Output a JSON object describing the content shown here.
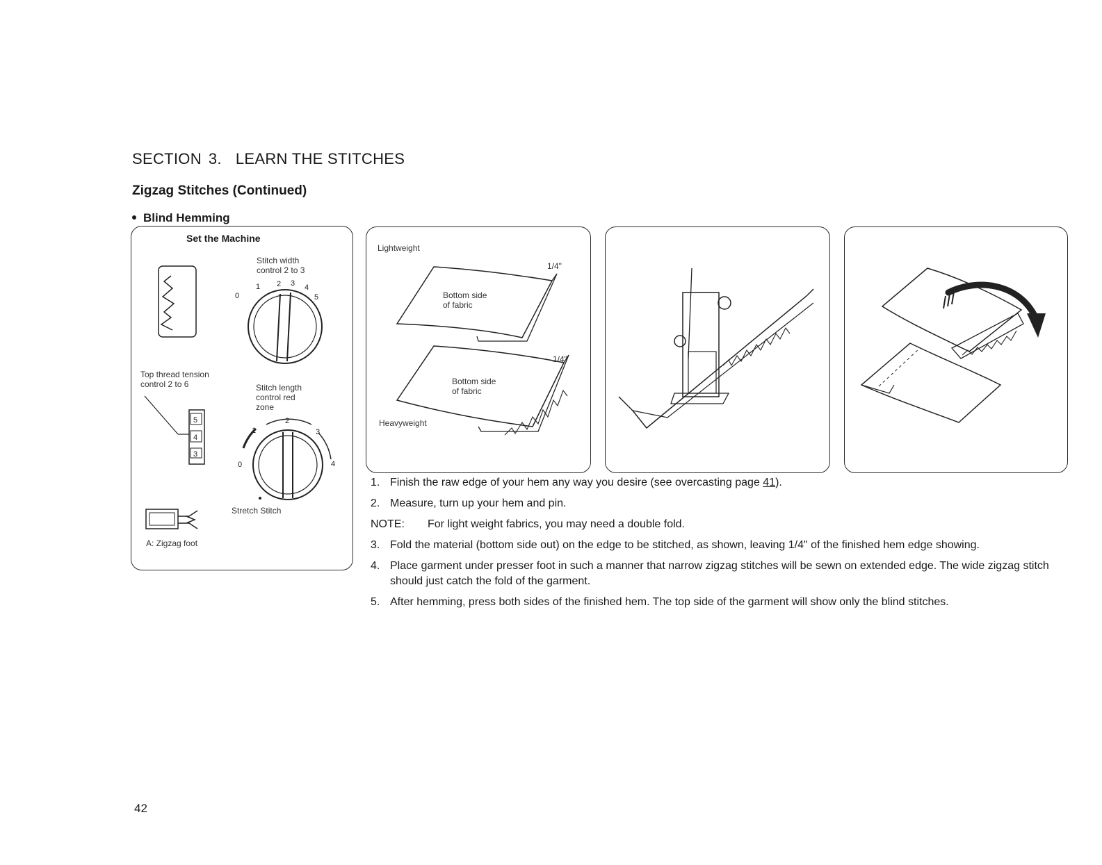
{
  "header": {
    "section_label": "SECTION",
    "section_number": "3.",
    "section_name": "LEARN THE STITCHES",
    "subtitle": "Zigzag Stitches (Continued)",
    "topic": "Blind Hemming"
  },
  "set_machine": {
    "title": "Set the Machine",
    "stitch_width_label": "Stitch width",
    "stitch_width_range": "control 2 to 3",
    "width_dial_ticks": [
      "0",
      "1",
      "2",
      "3",
      "4",
      "5"
    ],
    "tension_label": "Top thread tension",
    "tension_range": "control 2 to 6",
    "tension_values": [
      "5",
      "4",
      "3"
    ],
    "stitch_length_label": "Stitch length",
    "stitch_length_range": "control red",
    "stitch_length_zone": "zone",
    "length_dial_ticks": [
      "0",
      "1",
      "2",
      "3",
      "4"
    ],
    "stretch_label": "Stretch Stitch",
    "foot_label": "A:  Zigzag foot"
  },
  "figure1": {
    "lightweight_label": "Lightweight",
    "heavyweight_label": "Heavyweight",
    "measure_top": "1/4\"",
    "measure_bottom": "1/4\"",
    "fabric_top_line1": "Bottom side",
    "fabric_top_line2": "of fabric",
    "fabric_bottom_line1": "Bottom side",
    "fabric_bottom_line2": "of fabric"
  },
  "steps": [
    {
      "num": "1.",
      "text": "Finish the raw edge of your hem any way you desire (see overcasting page ",
      "link": "41",
      "suffix": ")."
    },
    {
      "num": "2.",
      "text": "Measure, turn up your hem and pin."
    },
    {
      "num": "NOTE:",
      "text": "For light weight fabrics, you may need a double fold."
    },
    {
      "num": "3.",
      "text": "Fold the material (bottom side out) on the edge to be stitched, as shown, leaving 1/4\" of the finished hem edge showing."
    },
    {
      "num": "4.",
      "text": "Place garment under presser foot in such a manner that narrow zigzag stitches will be sewn on extended edge. The wide zigzag stitch should just catch the fold of the garment."
    },
    {
      "num": "5.",
      "text": "After hemming, press both sides of the finished hem. The top side of the garment will show only the blind stitches."
    }
  ],
  "page_number": "42"
}
